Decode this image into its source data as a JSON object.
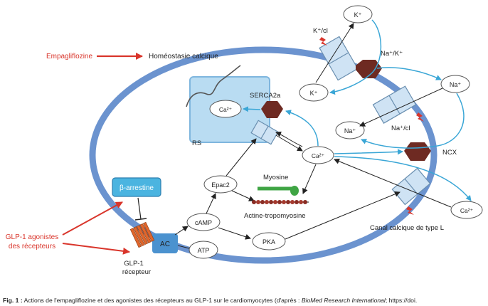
{
  "labels": {
    "empagliflozine": "Empagliflozine",
    "homeostasie": "Homéostasie calcique",
    "serca": "SERCA2a",
    "rs": "RS",
    "ca_rs": "Ca²⁺",
    "ca_center": "Ca²⁺",
    "ca_out": "Ca²⁺",
    "k_top": "K⁺",
    "k_inner": "K⁺",
    "kcl": "K⁺/cl",
    "nak": "Na⁺/K⁺",
    "na_out": "Na⁺",
    "na_in": "Na⁺",
    "nacl": "Na⁺/cl",
    "ncx": "NCX",
    "beta_arrestine": "β-arrestine",
    "epac2": "Epac2",
    "myosine": "Myosine",
    "actine": "Actine-tropomyosine",
    "camp": "cAMP",
    "ac": "AC",
    "atp": "ATP",
    "pka": "PKA",
    "glp1_agonistes_1": "GLP-1 agonistes",
    "glp1_agonistes_2": "des récepteurs",
    "glp1_rec_1": "GLP-1",
    "glp1_rec_2": "récepteur",
    "canal": "Canal calcique de type L"
  },
  "caption": {
    "fig": "Fig. 1 :",
    "text_before": " Actions de l'empagliflozine et des agonistes des récepteurs au GLP-1 sur le cardiomyocytes (d'après : ",
    "journal": "BioMed Research International",
    "text_after": "; https://doi."
  },
  "colors": {
    "membrane": "#6b93cf",
    "arrow_blue": "#3aa6d6",
    "red": "#d9352b",
    "box_fill": "#cfe3f4",
    "box_stroke": "#6a8fb0",
    "hexagon": "#6e2a22",
    "rs_fill": "#b9dcf2",
    "beta_fill": "#4bb4e0",
    "ac_fill": "#4b92cf",
    "receptor": "#e0662c",
    "myosin": "#3fa544"
  }
}
